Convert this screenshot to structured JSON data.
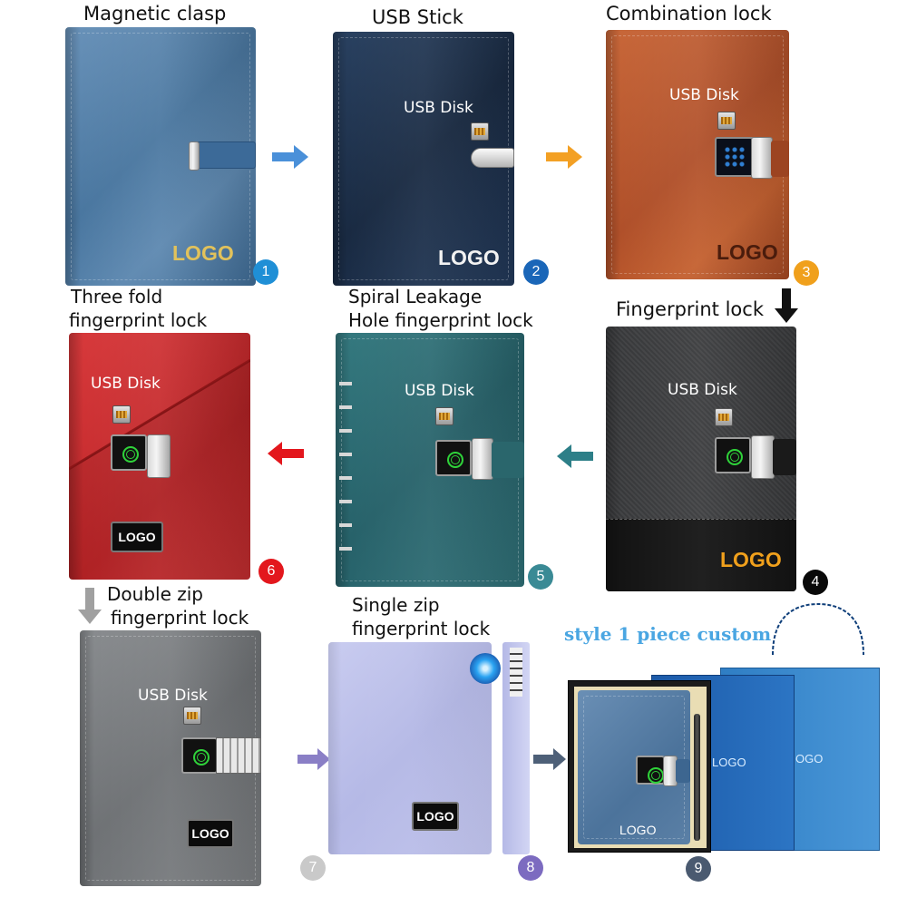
{
  "products": [
    {
      "label": "Magnetic clasp",
      "number": "1",
      "logo": "LOGO",
      "badge_color": "#1f8fd6",
      "cover_color": "#4f7da6"
    },
    {
      "label": "USB Stick",
      "number": "2",
      "disk_label": "USB Disk",
      "logo": "LOGO",
      "badge_color": "#1a66b8",
      "cover_color": "#1f3350"
    },
    {
      "label": "Combination lock",
      "number": "3",
      "disk_label": "USB Disk",
      "logo": "LOGO",
      "badge_color": "#f0a01c",
      "cover_color": "#b8562a"
    },
    {
      "label": "Fingerprint lock",
      "number": "4",
      "disk_label": "USB Disk",
      "logo": "LOGO",
      "badge_color": "#0a0a0a",
      "cover_color": "#2f3032"
    },
    {
      "label_line1": "Spiral Leakage",
      "label_line2": "Hole fingerprint lock",
      "number": "5",
      "disk_label": "USB Disk",
      "badge_color": "#3a8a95",
      "cover_color": "#2c6a70"
    },
    {
      "label_line1": "Three fold",
      "label_line2": "fingerprint lock",
      "number": "6",
      "disk_label": "USB Disk",
      "logo": "LOGO",
      "badge_color": "#e3171d",
      "cover_color": "#c72b2d"
    },
    {
      "label_line1": "Double zip",
      "label_line2": "fingerprint lock",
      "number": "7",
      "disk_label": "USB Disk",
      "logo": "LOGO",
      "badge_color": "#c9c9c9",
      "cover_color": "#777a7c"
    },
    {
      "label_line1": "Single zip",
      "label_line2": "fingerprint lock",
      "number": "8",
      "logo": "LOGO",
      "badge_color": "#7c6bc0",
      "cover_color": "#b9bde8"
    },
    {
      "label": "style 1 piece custom",
      "number": "9",
      "logo": "LOGO",
      "logo_bag_1": "LOGO",
      "logo_bag_2": "OGO",
      "badge_color": "#4a5a70",
      "cover_color": "#3374b8"
    }
  ],
  "arrows": [
    {
      "from": "1",
      "to": "2",
      "color": "#4a90d9",
      "direction": "right"
    },
    {
      "from": "2",
      "to": "3",
      "color": "#f3a024",
      "direction": "right"
    },
    {
      "from": "3",
      "to": "4",
      "color": "#111111",
      "direction": "down"
    },
    {
      "from": "4",
      "to": "5",
      "color": "#2d7f88",
      "direction": "left"
    },
    {
      "from": "5",
      "to": "6",
      "color": "#e3171d",
      "direction": "left"
    },
    {
      "from": "6",
      "to": "7",
      "color": "#a0a0a0",
      "direction": "down"
    },
    {
      "from": "7",
      "to": "8",
      "color": "#8a7fc6",
      "direction": "right"
    },
    {
      "from": "8",
      "to": "9",
      "color": "#4e6078",
      "direction": "right"
    }
  ]
}
